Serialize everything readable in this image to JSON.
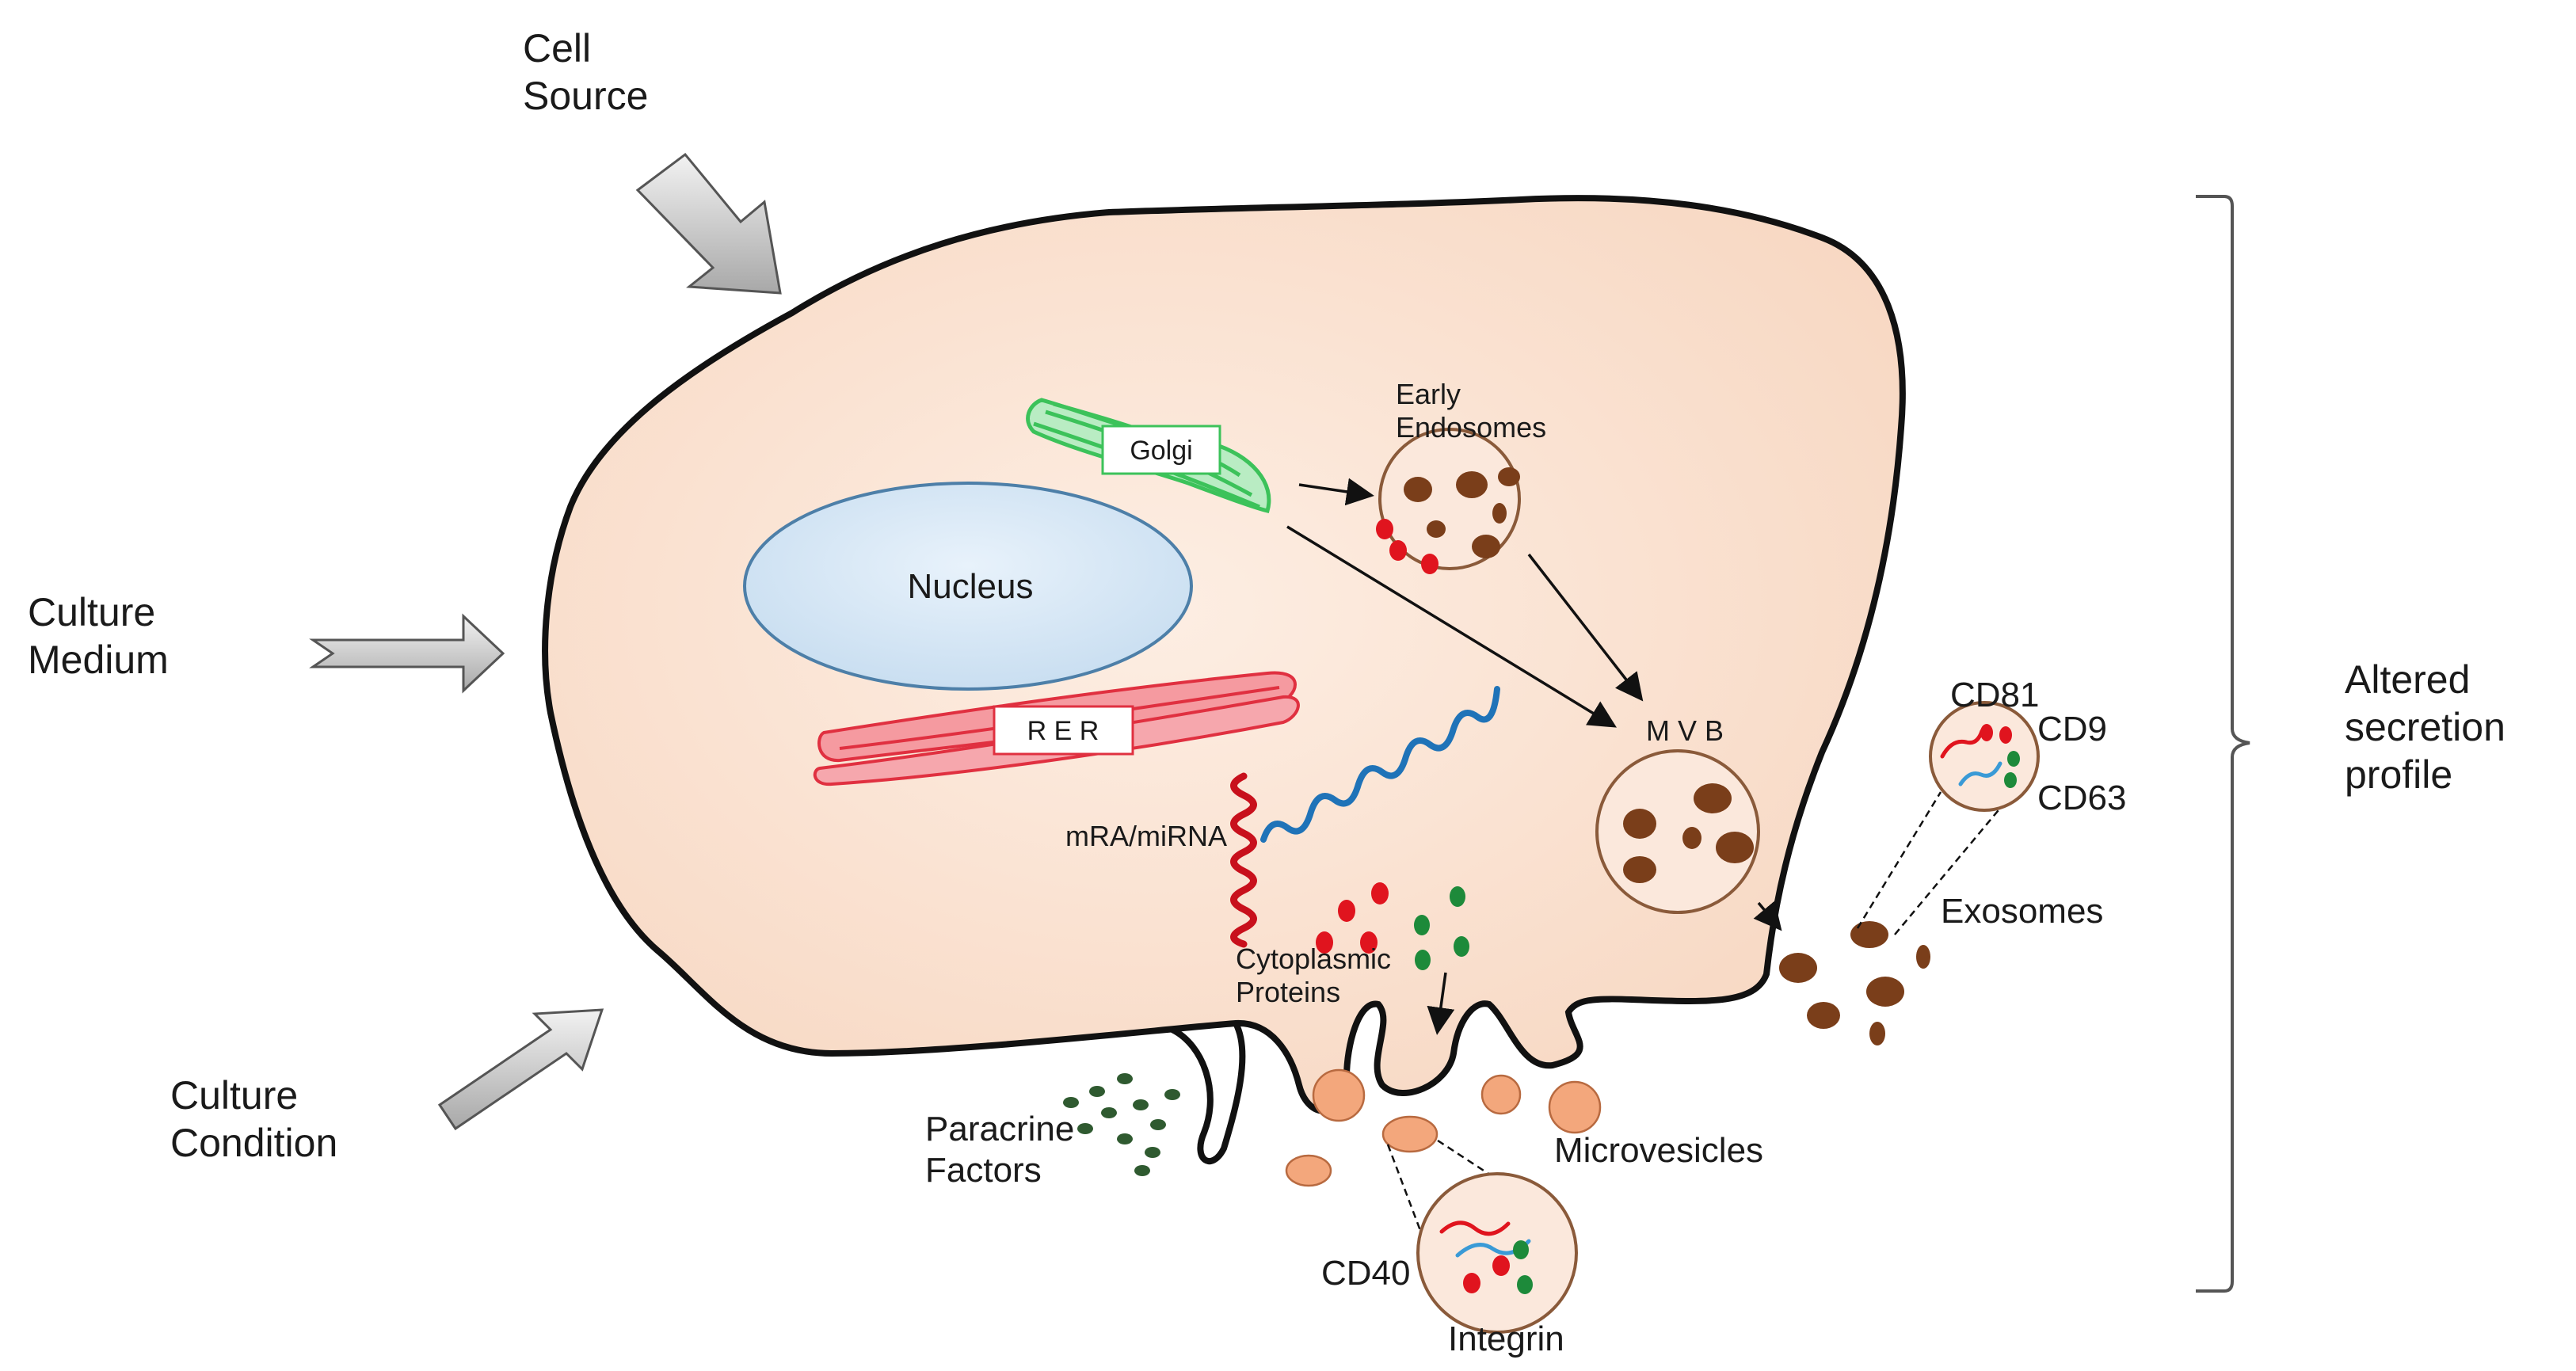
{
  "labels": {
    "cell_source": [
      "Cell",
      "Source"
    ],
    "culture_medium": [
      "Culture",
      "Medium"
    ],
    "culture_condition": [
      "Culture",
      "Condition"
    ],
    "altered_secretion": [
      "Altered",
      "secretion",
      "profile"
    ],
    "golgi": "Golgi",
    "early_endosomes": [
      "Early",
      "Endosomes"
    ],
    "nucleus": "Nucleus",
    "rer": "R E R",
    "mvb": "M V B",
    "mrna": "mRA/miRNA",
    "cytoplasmic_proteins": [
      "Cytoplasmic",
      "Proteins"
    ],
    "paracrine_factors": [
      "Paracrine",
      "Factors"
    ],
    "microvesicles": "Microvesicles",
    "exosomes": "Exosomes",
    "cd81": "CD81",
    "cd9": "CD9",
    "cd63": "CD63",
    "cd40": "CD40",
    "integrin": "Integrin"
  },
  "colors": {
    "cell_fill": "#fbe3d3",
    "nucleus": "#d6e7f5",
    "golgi": "#3cc25a",
    "rer": "#ee3a45",
    "vesicle_brown": "#7a3e1a",
    "microvesicle": "#f3a77c",
    "protein_red": "#e0141e",
    "protein_green": "#1d8a3a",
    "paracrine": "#2f5a30"
  }
}
